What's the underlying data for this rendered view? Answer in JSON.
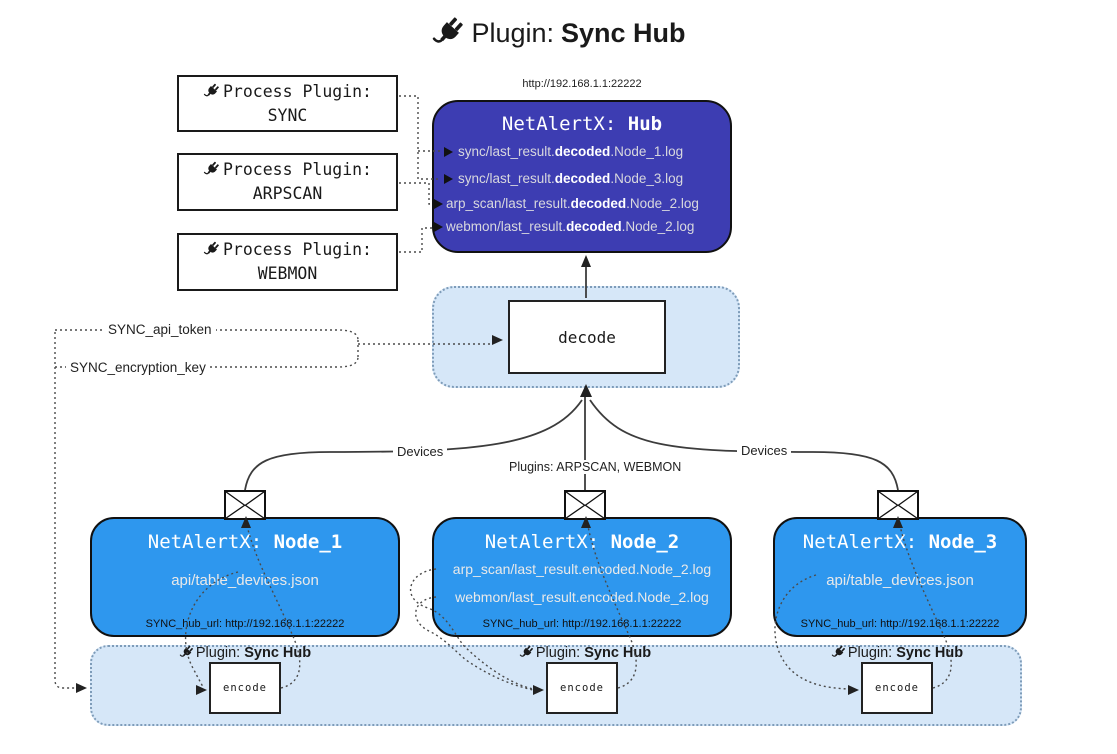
{
  "title": {
    "prefix": "Plugin:",
    "bold": "Sync Hub"
  },
  "process_plugins": [
    {
      "line1": "Process Plugin:",
      "name": "SYNC"
    },
    {
      "line1": "Process Plugin:",
      "name": "ARPSCAN"
    },
    {
      "line1": "Process Plugin:",
      "name": "WEBMON"
    }
  ],
  "hub": {
    "url": "http://192.168.1.1:22222",
    "title_prefix": "NetAlertX: ",
    "title_bold": "Hub",
    "rows": [
      {
        "pre": "sync/last_result.",
        "bold": "decoded",
        "post": ".Node_1.log"
      },
      {
        "pre": "sync/last_result.",
        "bold": "decoded",
        "post": ".Node_3.log"
      },
      {
        "pre": "arp_scan/last_result.",
        "bold": "decoded",
        "post": ".Node_2.log"
      },
      {
        "pre": "webmon/last_result.",
        "bold": "decoded",
        "post": ".Node_2.log"
      }
    ]
  },
  "decode": {
    "label": "decode"
  },
  "keys": {
    "api_token": "SYNC_api_token",
    "encryption_key": "SYNC_encryption_key"
  },
  "edges": {
    "devices_left": "Devices",
    "devices_right": "Devices",
    "plugins_mid": "Plugins: ARPSCAN, WEBMON"
  },
  "nodes": [
    {
      "title_prefix": "NetAlertX: ",
      "title_bold": "Node_1",
      "lines": [
        "api/table_devices.json"
      ],
      "hub_url": "SYNC_hub_url: http://192.168.1.1:22222"
    },
    {
      "title_prefix": "NetAlertX: ",
      "title_bold": "Node_2",
      "lines": [
        "arp_scan/last_result.encoded.Node_2.log",
        "webmon/last_result.encoded.Node_2.log"
      ],
      "hub_url": "SYNC_hub_url: http://192.168.1.1:22222"
    },
    {
      "title_prefix": "NetAlertX: ",
      "title_bold": "Node_3",
      "lines": [
        "api/table_devices.json"
      ],
      "hub_url": "SYNC_hub_url: http://192.168.1.1:22222"
    }
  ],
  "encoders": [
    {
      "label_prefix": "Plugin:",
      "label_bold": "Sync Hub",
      "box": "encode"
    },
    {
      "label_prefix": "Plugin:",
      "label_bold": "Sync Hub",
      "box": "encode"
    },
    {
      "label_prefix": "Plugin:",
      "label_bold": "Sync Hub",
      "box": "encode"
    }
  ],
  "colors": {
    "ink": "#1a1a1a",
    "hub_fill": "#3d3db2",
    "node_fill": "#2e97ee",
    "panel_fill": "#d6e7f8",
    "panel_border": "#7e9cb9",
    "hub_text": "#d8d8de",
    "node_text": "#e9e9e9",
    "line": "#3c3c3c",
    "dotted": "#4a4a4a"
  }
}
